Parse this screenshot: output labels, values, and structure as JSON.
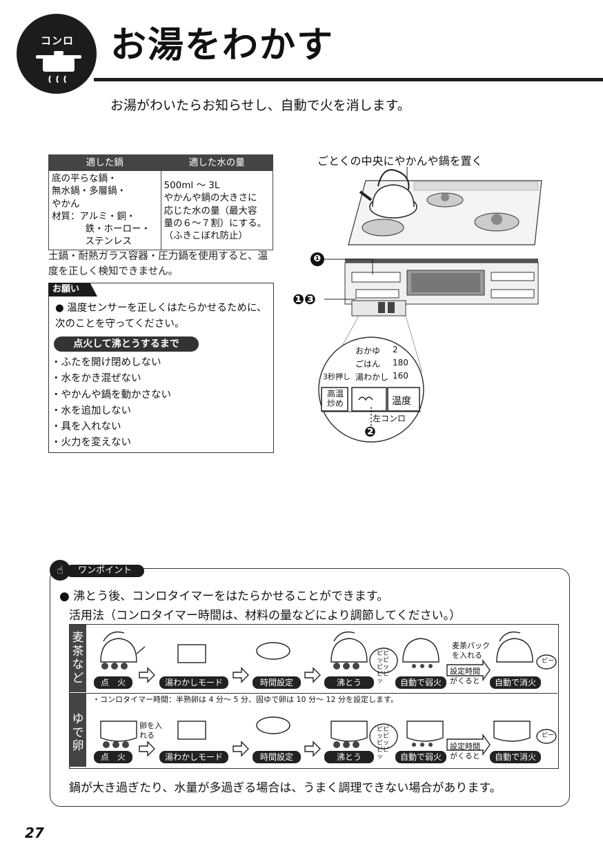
{
  "header": {
    "badge_label": "コンロ",
    "title": "お湯をわかす",
    "subtitle": "お湯がわいたらお知らせし、自動で火を消します。"
  },
  "pot_table": {
    "headers": [
      "適した鍋",
      "適した水の量"
    ],
    "pots_lines": [
      "底の平らな鍋・",
      "無水鍋・多層鍋・",
      "やかん"
    ],
    "material_label": "材質：",
    "material_lines": [
      "アルミ・銅・",
      "鉄・ホーロー・",
      "ステンレス"
    ],
    "water_lines": [
      "500ml ～ 3L",
      "やかんや鍋の大きさに",
      "応じた水の量（最大容",
      "量の６～７割）にする。",
      "（ふきこぼれ防止）"
    ]
  },
  "note": "土鍋・耐熱ガラス容器・圧力鍋を使用すると、温度を正しく検知できません。",
  "request": {
    "tab": "お願い",
    "bullet": "● 温度センサーを正しくはたらかせるために、次のことを守ってください。",
    "pill": "点火して沸とうするまで",
    "items": [
      "・ふたを開け閉めしない",
      "・水をかき混ぜない",
      "・やかんや鍋を動かさない",
      "・水を追加しない",
      "・具を入れない",
      "・火力を変えない"
    ]
  },
  "illustration": {
    "caption": "ごとくの中央にやかんや鍋を置く",
    "callouts": [
      "❶",
      "❶❸",
      "❷"
    ],
    "panel": {
      "menu": [
        "おかゆ",
        "ごはん",
        "湯わかし"
      ],
      "values": [
        "2",
        "180",
        "160"
      ],
      "press_label": "3秒押し",
      "btn_high": "高温炒め",
      "btn_temp": "温度",
      "panel_label": "左コンロ"
    }
  },
  "onepoint": {
    "tab": "ワンポイント",
    "line1": "● 沸とう後、コンロタイマーをはたらかせることができます。",
    "line2": "活用法（コンロタイマー時間は、材料の量などにより調節してください。）",
    "row1_label": "麦茶など",
    "row2_label": "ゆで卵",
    "row2_note": "・コンロタイマー時間：半熟卵は 4 分～ 5 分、固ゆで卵は 10 分～ 12 分を設定します。",
    "steps": [
      "点　火",
      "湯わかしモード",
      "時間設定",
      "沸とう",
      "自動で弱火",
      "自動で消火"
    ],
    "timer_label": "設定時間がくると",
    "sound_boil": "ピピッピピッピピッ",
    "sound_end": "ピー",
    "tea_note": "麦茶パックを入れる",
    "egg_note": "卵を入れる",
    "line3": "鍋が大き過ぎたり、水量が多過ぎる場合は、うまく調理できない場合があります。"
  },
  "page_number": "27"
}
